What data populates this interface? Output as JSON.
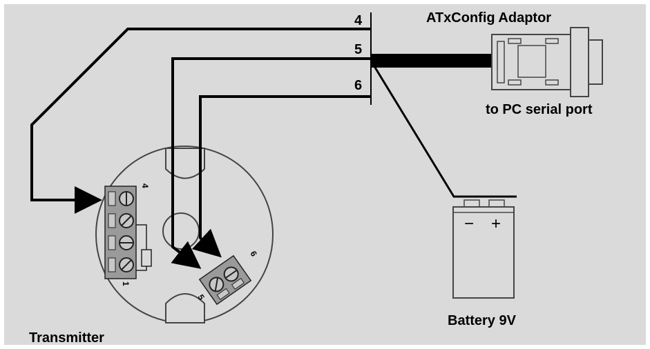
{
  "labels": {
    "adaptor": "ATxConfig Adaptor",
    "pc_port": "to PC serial port",
    "battery": "Battery 9V",
    "transmitter": "Transmitter"
  },
  "wires": {
    "w4": "4",
    "w5": "5",
    "w6": "6"
  },
  "terminals": {
    "t4": "4",
    "t1": "1",
    "t5": "5",
    "t6": "6"
  },
  "battery_terminals": {
    "minus": "−",
    "plus": "+"
  },
  "colors": {
    "background": "#dadada",
    "line": "#000000",
    "terminal_block": "#9a9a9a"
  }
}
